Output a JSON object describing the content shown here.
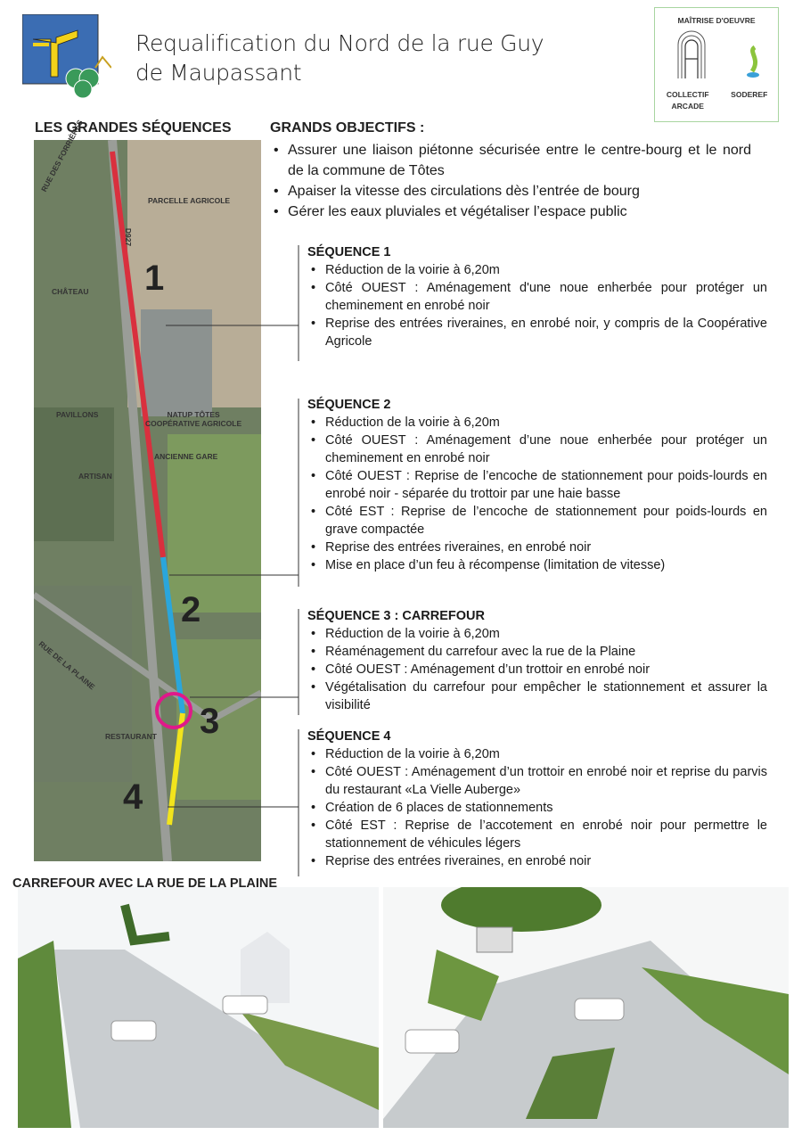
{
  "header": {
    "title_line1": "Requalification du Nord de la rue Guy",
    "title_line2": "de Maupassant"
  },
  "moe": {
    "heading": "MAÎTRISE D'OEUVRE",
    "partner1": "COLLECTIF ARCADE",
    "partner2": "SODEREF"
  },
  "map_section": {
    "heading": "LES GRANDES SÉQUENCES",
    "labels": {
      "rue_forrieres": "RUE DES FORRIÈRES",
      "d927": "D927",
      "parcelle": "PARCELLE AGRICOLE",
      "chateau": "CHÂTEAU",
      "pavillons": "PAVILLONS",
      "natup1": "NATUP TÔTES",
      "natup2": "COOPÉRATIVE AGRICOLE",
      "gare": "ANCIENNE GARE",
      "artisan": "ARTISAN",
      "rue_plaine": "RUE DE LA PLAINE",
      "restaurant": "RESTAURANT"
    },
    "numbers": [
      "1",
      "2",
      "3",
      "4"
    ],
    "colors": {
      "seq1": "#d9303e",
      "seq2": "#2aa6dc",
      "seq4": "#f2e41c",
      "carrefour": "#e0198a"
    }
  },
  "objectives": {
    "heading": "GRANDS OBJECTIFS :",
    "items": [
      "Assurer une liaison piétonne sécurisée entre le centre-bourg et le nord de la commune de Tôtes",
      "Apaiser la vitesse des circulations dès l’entrée de bourg",
      "Gérer les eaux pluviales et végétaliser l’espace public"
    ]
  },
  "sequences": [
    {
      "title": "SÉQUENCE 1",
      "items": [
        "Réduction de la voirie à 6,20m",
        "Côté OUEST : Aménagement d'une noue enherbée pour protéger un cheminement en enrobé noir",
        "Reprise des entrées riveraines, en enrobé noir, y compris de la Coopérative Agricole"
      ]
    },
    {
      "title": "SÉQUENCE 2",
      "items": [
        "Réduction de la voirie à 6,20m",
        "Côté OUEST : Aménagement d’une noue enherbée pour protéger un cheminement en enrobé noir",
        "Côté OUEST : Reprise de l’encoche de stationnement pour poids-lourds en enrobé noir - séparée du trottoir par une haie basse",
        "Côté EST : Reprise de l’encoche de stationnement pour poids-lourds en grave compactée",
        "Reprise des entrées riveraines, en enrobé noir",
        "Mise en place d’un feu à récompense (limitation de vitesse)"
      ]
    },
    {
      "title": "SÉQUENCE 3 : CARREFOUR",
      "items": [
        "Réduction de la voirie à 6,20m",
        "Réaménagement du carrefour avec la rue de la Plaine",
        "Côté OUEST : Aménagement d’un trottoir en enrobé noir",
        "Végétalisation du carrefour pour empêcher le stationnement et assurer la visibilité"
      ]
    },
    {
      "title": "SÉQUENCE 4",
      "items": [
        "Réduction de la voirie à 6,20m",
        "Côté OUEST : Aménagement d’un trottoir en enrobé noir et reprise du parvis du restaurant «La Vielle Auberge»",
        "Création de 6 places de stationnements",
        "Côté EST : Reprise de l’accotement en enrobé noir pour permettre le stationnement de véhicules légers",
        "Reprise des entrées riveraines, en enrobé noir"
      ]
    }
  ],
  "carrefour": {
    "heading": "CARREFOUR AVEC LA RUE DE LA PLAINE"
  }
}
